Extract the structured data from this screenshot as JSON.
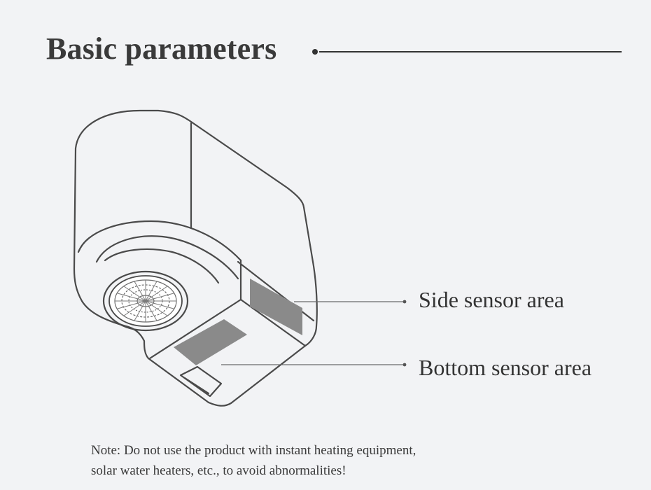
{
  "heading": {
    "title": "Basic parameters"
  },
  "illustration": {
    "subject": "faucet-sensor-device",
    "callouts": {
      "side": "Side sensor area",
      "bottom": "Bottom sensor area"
    }
  },
  "note": {
    "line1": "Note: Do not use the product with instant heating equipment,",
    "line2": "solar water heaters, etc., to avoid abnormalities!"
  },
  "colors": {
    "background": "#f2f3f5",
    "text": "#333333",
    "sensor_panel": "#8a8a8a",
    "outline": "#4a4a4a"
  }
}
